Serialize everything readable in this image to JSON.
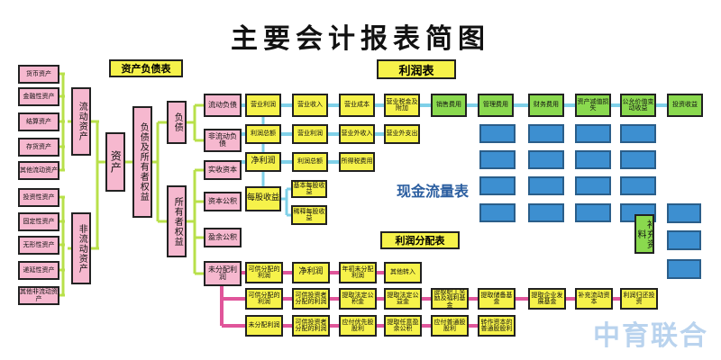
{
  "title": "主要会计报表简图",
  "balance_sheet_label": "资产负债表",
  "income_statement_label": "利润表",
  "cashflow_label": "现金流量表",
  "profit_distribution_label": "利润分配表",
  "watermark": "中育联合",
  "assets": {
    "current_items": [
      "货币资产",
      "金融性资产",
      "结算资产",
      "存货资产",
      "其他流动资产"
    ],
    "noncurrent_items": [
      "投资性资产",
      "固定性资产",
      "无形性资产",
      "递延性资产",
      "其他非流动资产"
    ],
    "current_group": "流动资产",
    "noncurrent_group": "非流动资产",
    "root": "资产"
  },
  "liabilities_equity": {
    "root": "负债及所有者权益",
    "liabilities": "负债",
    "equity": "所有者权益",
    "current_liab": "流动负债",
    "noncurrent_liab": "非流动负债",
    "paid_capital": "实收资本",
    "capital_reserve": "资本公积",
    "surplus_reserve": "盈余公积",
    "undistributed": "未分配利润"
  },
  "income_row1": [
    "营业利润",
    "营业收入",
    "营业成本",
    "营业税金及附加",
    "销售费用",
    "管理费用",
    "财务费用",
    "资产减值损失",
    "公允价值变动收益",
    "投资收益"
  ],
  "income_row2": [
    "利润总额",
    "营业利润",
    "营业外收入",
    "营业外支出"
  ],
  "income_row3": [
    "净利润",
    "利润总额",
    "所得税费用"
  ],
  "eps": {
    "label": "每股收益",
    "basic": "基本每股收益",
    "diluted": "稀释每股收益"
  },
  "side_note": "补充资料",
  "distribution_row1": [
    "可供分配的利润",
    "净利润",
    "年初未分配利润",
    "其他转入"
  ],
  "distribution_row2": [
    "可供分配的利润",
    "可供投资者分配的利润",
    "提取法定公积金",
    "提取法定公益金",
    "提取职工奖励及福利基金",
    "提取储备基金",
    "提取企业发展基金",
    "补充流动资本",
    "利润归还投资"
  ],
  "distribution_row3": [
    "未分配利润",
    "可供投资者分配的利润",
    "应付优先股股利",
    "提取任意盈余公积",
    "应付普通股股利",
    "转作资本的普通股股利"
  ],
  "colors": {
    "pink": "#f6b8cf",
    "yellow": "#f6f24a",
    "green": "#8ad94e",
    "blue": "#3d8fd0",
    "connector_green": "#b8e04a",
    "connector_cyan": "#7fd0e8",
    "connector_magenta": "#e0559a"
  }
}
